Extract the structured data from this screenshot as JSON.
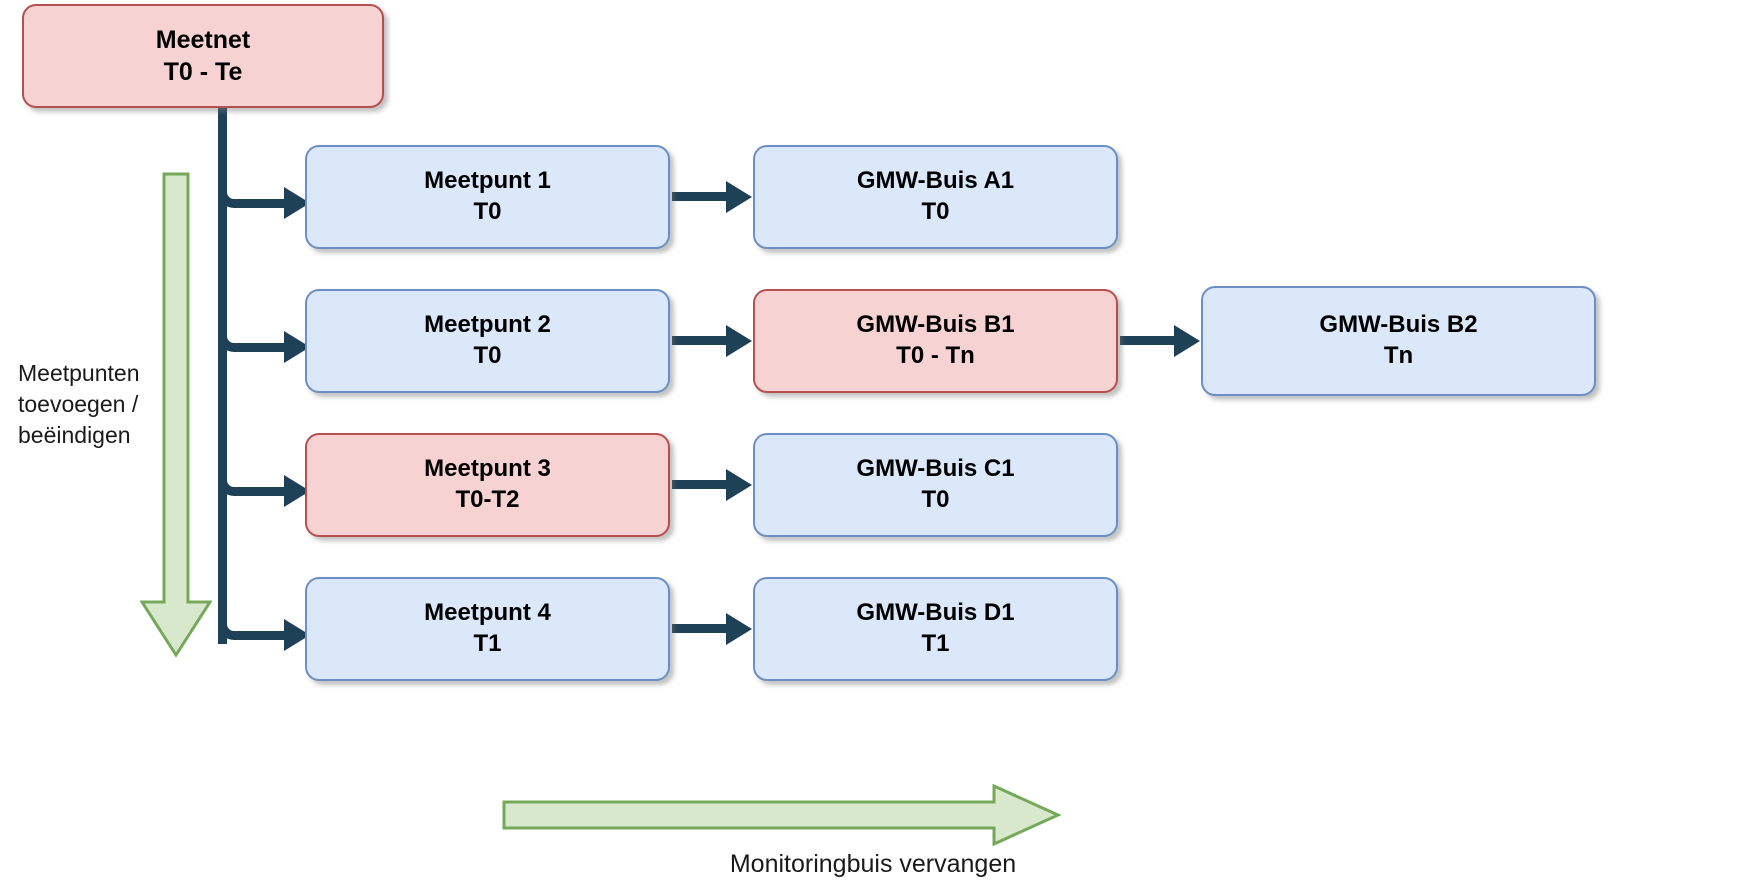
{
  "diagram": {
    "title_node": {
      "id": "meetnet",
      "line1": "Meetnet",
      "line2": "T0 - Te",
      "color": "#f6d2d2",
      "border": "#b5504f"
    },
    "colors": {
      "blue_fill": "#dae8fa",
      "blue_border": "#6d8ec4",
      "pink_fill": "#f6d2d2",
      "pink_border": "#b5504f",
      "connector": "#1f4158",
      "green_fill": "#d7e8cd",
      "green_border": "#76a85a",
      "text": "#000000",
      "background": "#ffffff"
    },
    "rows": [
      {
        "meetpunt": {
          "line1": "Meetpunt 1",
          "line2": "T0",
          "style": "blue"
        },
        "buis": {
          "line1": "GMW-Buis A1",
          "line2": "T0",
          "style": "blue"
        },
        "buis2": null
      },
      {
        "meetpunt": {
          "line1": "Meetpunt 2",
          "line2": "T0",
          "style": "blue"
        },
        "buis": {
          "line1": "GMW-Buis B1",
          "line2": "T0 - Tn",
          "style": "pink"
        },
        "buis2": {
          "line1": "GMW-Buis B2",
          "line2": "Tn",
          "style": "blue"
        }
      },
      {
        "meetpunt": {
          "line1": "Meetpunt 3",
          "line2": "T0-T2",
          "style": "pink"
        },
        "buis": {
          "line1": "GMW-Buis C1",
          "line2": "T0",
          "style": "blue"
        },
        "buis2": null
      },
      {
        "meetpunt": {
          "line1": "Meetpunt 4",
          "line2": "T1",
          "style": "blue"
        },
        "buis": {
          "line1": "GMW-Buis D1",
          "line2": "T1",
          "style": "blue"
        },
        "buis2": null
      }
    ],
    "annotations": {
      "vertical_arrow_label_line1": "Meetpunten",
      "vertical_arrow_label_line2": "toevoegen /",
      "vertical_arrow_label_line3": "beëindigen",
      "vertical_arrow_label_full": "Meetpunten toevoegen / beëindigen",
      "vertical_arrow_direction": "down",
      "horizontal_arrow_label": "Monitoringbuis vervangen",
      "horizontal_arrow_direction": "right"
    }
  }
}
